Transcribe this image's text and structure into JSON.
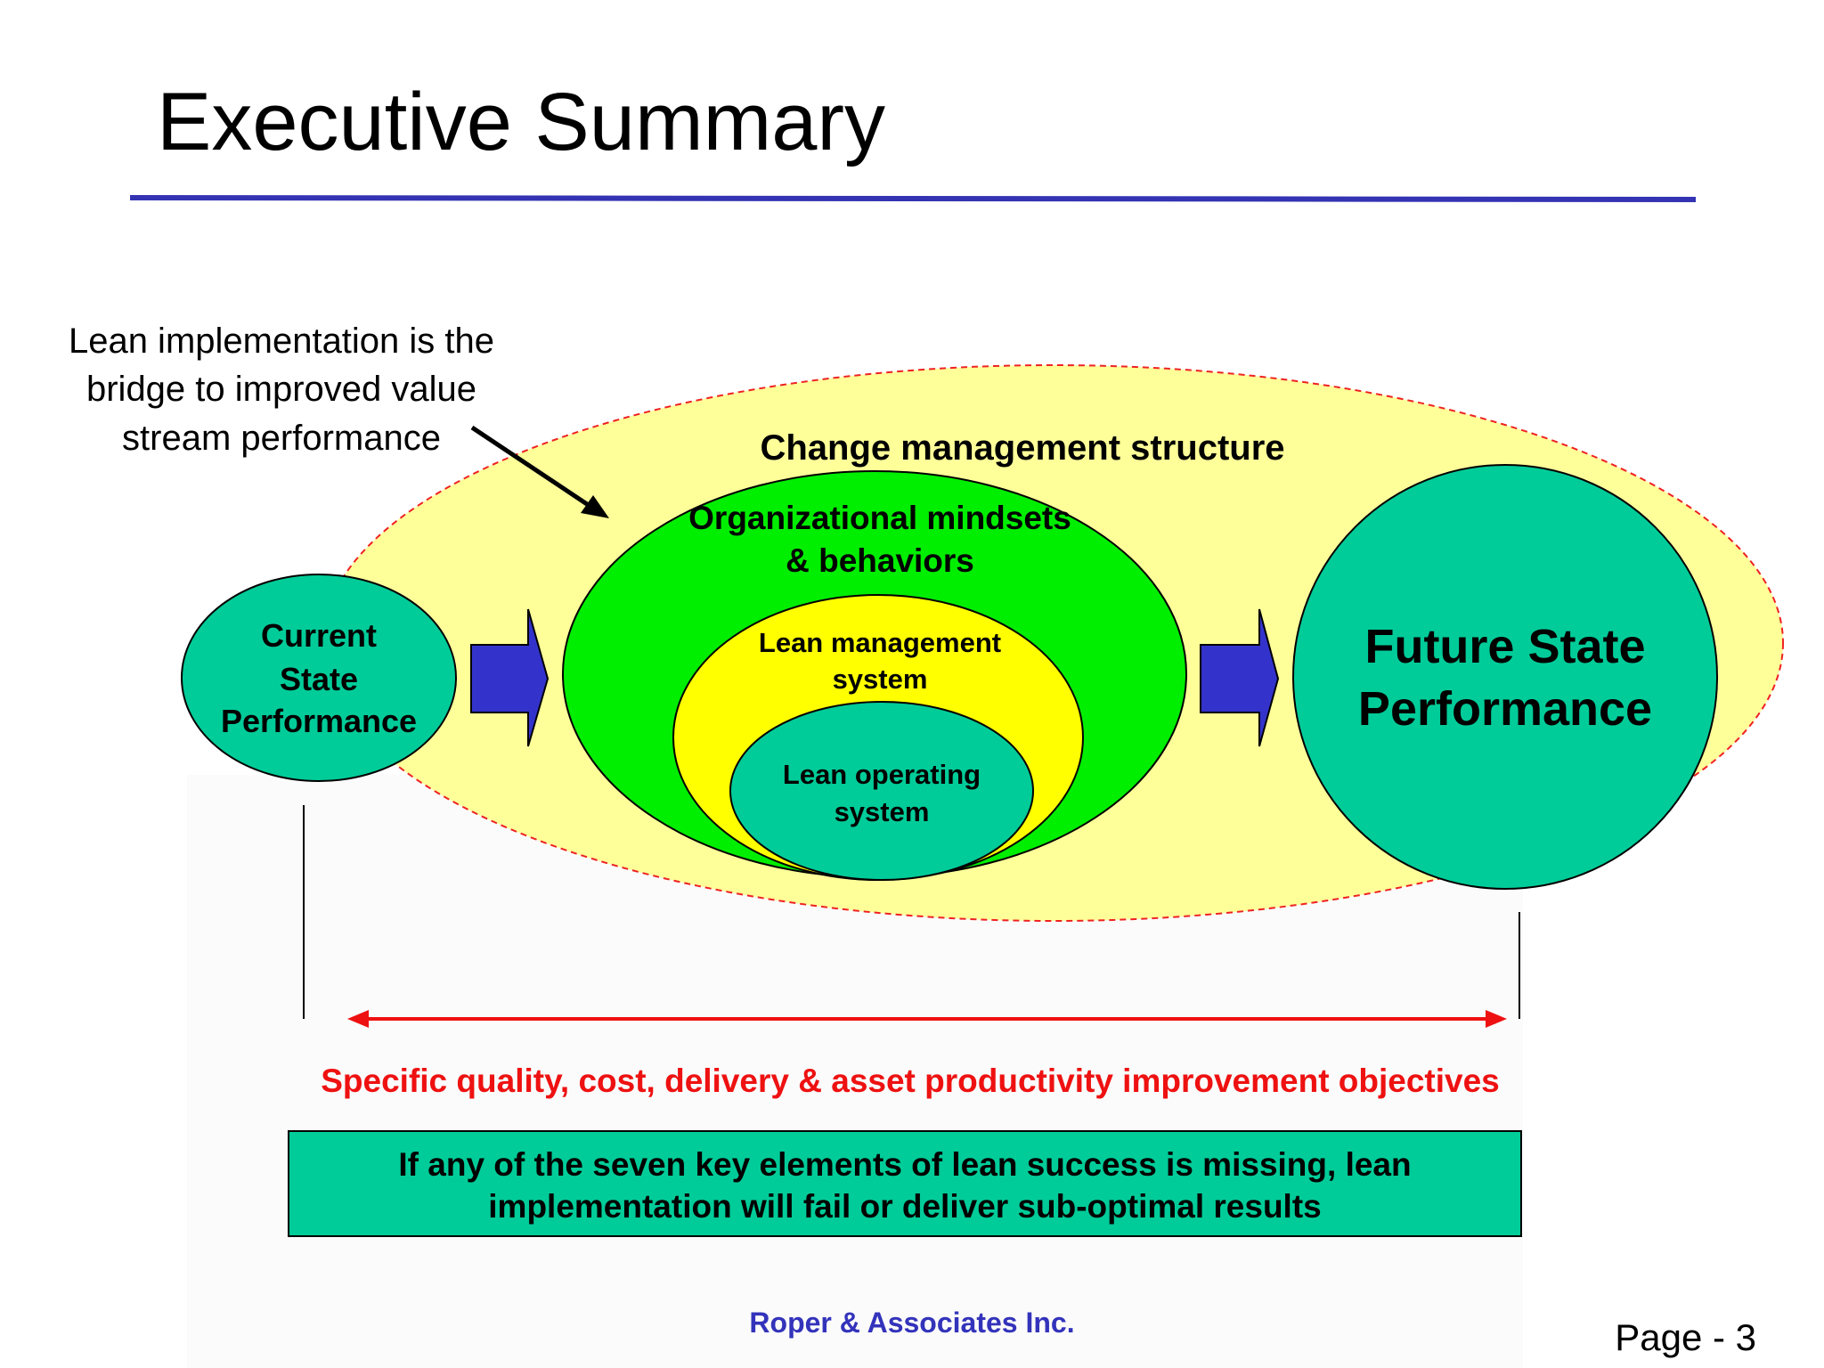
{
  "slide": {
    "title": "Executive Summary",
    "callout": {
      "lines": [
        "Lean implementation is the",
        "bridge to improved value",
        "stream performance"
      ]
    },
    "change_management_label": "Change management structure",
    "org_mindsets_lines": [
      "Organizational mindsets",
      "& behaviors"
    ],
    "lean_management_lines": [
      "Lean management",
      "system"
    ],
    "lean_operating_lines": [
      "Lean operating",
      "system"
    ],
    "current_state_lines": [
      "Current",
      "State",
      "Performance"
    ],
    "future_state_lines": [
      "Future State",
      "Performance"
    ],
    "objectives_text": "Specific quality, cost, delivery & asset productivity improvement objectives",
    "warning_box_lines": [
      "If any of the seven key elements of lean success is missing, lean",
      "implementation will fail or deliver sub-optimal results"
    ],
    "footer_company": "Roper & Associates Inc.",
    "page_label": "Page - 3"
  },
  "colors": {
    "title_rule": "#3333b3",
    "outer_ellipse_fill": "#ffff99",
    "outer_ellipse_border": "#ee2222",
    "teal": "#00cc99",
    "green": "#00ee00",
    "yellow": "#ffff00",
    "arrow_blue": "#3333cc",
    "red": "#ee1111",
    "company_blue": "#3333bb"
  }
}
